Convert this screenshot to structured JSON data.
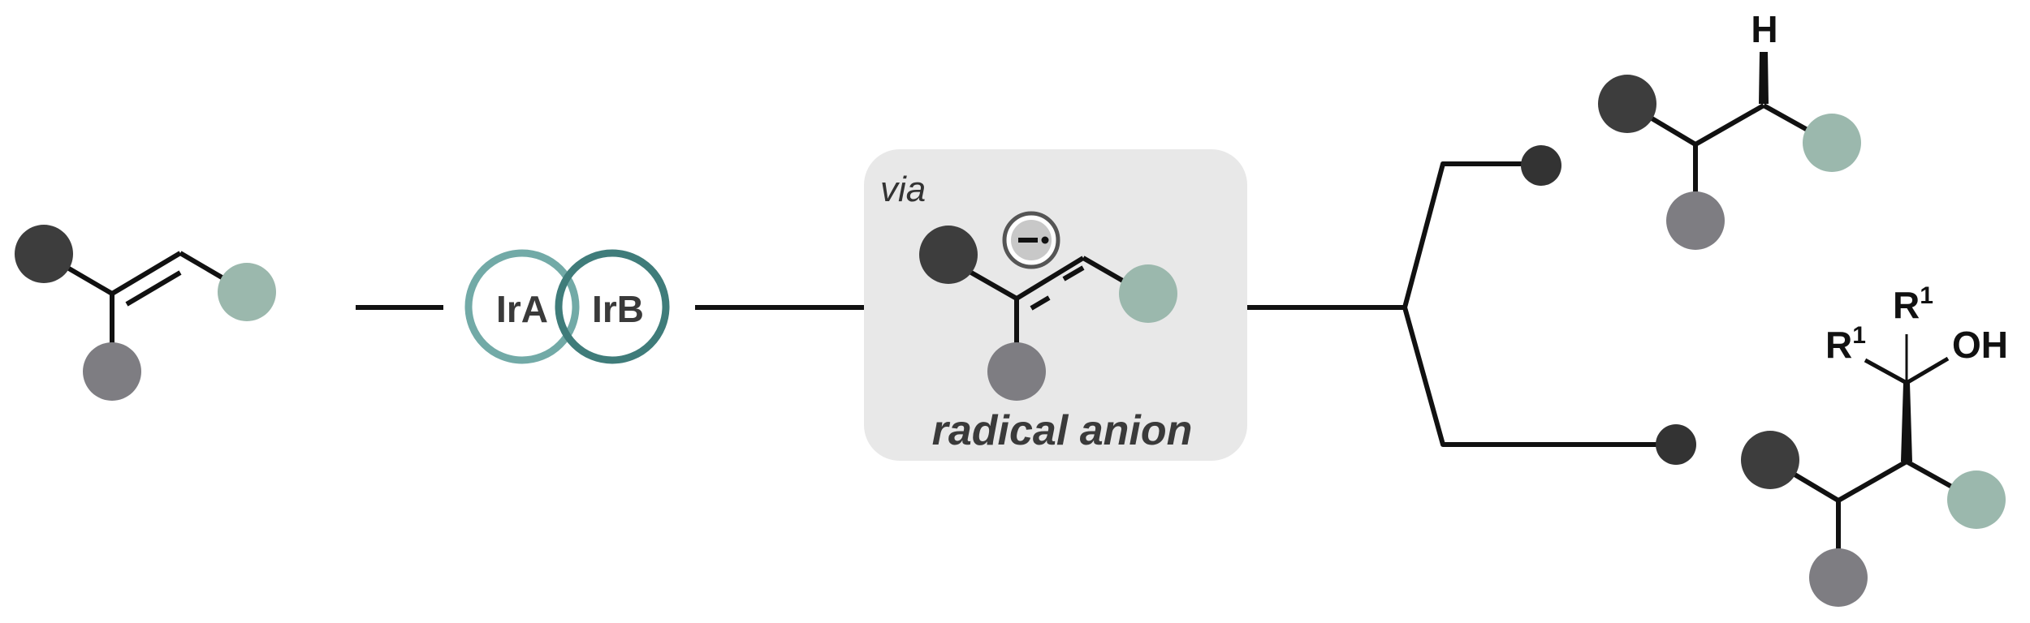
{
  "catalysts": {
    "ir_a": "IrA",
    "ir_b": "IrB"
  },
  "intermediate": {
    "via": "via",
    "name": "radical anion"
  },
  "products": {
    "top": {
      "h_label": "H"
    },
    "bottom": {
      "r1_left": "R",
      "r1_left_sup": "1",
      "r1_top": "R",
      "r1_top_sup": "1",
      "oh": "OH"
    }
  },
  "colors": {
    "substituent_dark": "#3d3d3d",
    "substituent_gray": "#7e7d82",
    "substituent_green": "#9bb8ad",
    "ir_a_ring": "#72aaa7",
    "ir_b_ring": "#3f7c7a",
    "intermediate_box": "#e8e8e8",
    "bond": "#111111"
  }
}
